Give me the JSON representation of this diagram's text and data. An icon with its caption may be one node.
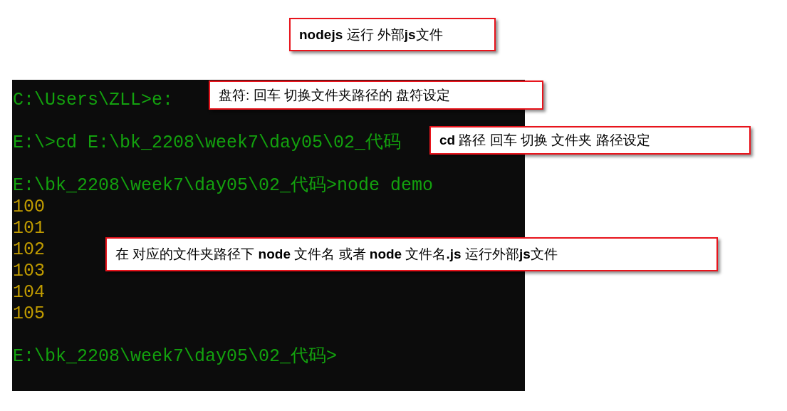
{
  "diagram": {
    "nodes": [
      {
        "text": [
          "**nodejs** 运行 外部**js**文件"
        ]
      },
      {
        "text": [
          "C:\\Users\\ZLL>e:",
          "E:\\>cd E:\\bk_2208\\week7\\day05\\02_代码",
          "E:\\bk_2208\\week7\\day05\\02_代码>node demo",
          "100",
          "101",
          "102",
          "103",
          "104",
          "105",
          "E:\\bk_2208\\week7\\day05\\02_代码>"
        ]
      },
      {
        "text": [
          "盘符: 回车 切换文件夹路径的 盘符设定"
        ]
      },
      {
        "text": [
          "**cd** 路径 回车 切换 文件夹 路径设定"
        ]
      },
      {
        "text": [
          "在 对应的文件夹路径下 **node** 文件名  或者 **node** 文件名**.js** 运行外部**js**文件"
        ]
      }
    ]
  }
}
